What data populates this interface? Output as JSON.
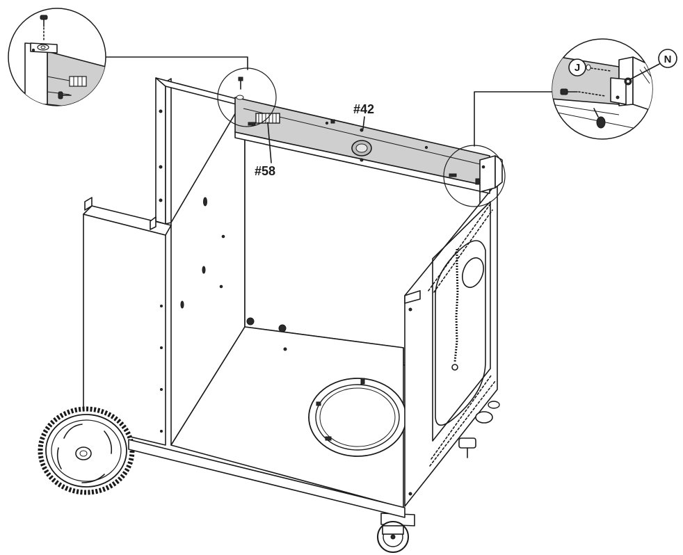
{
  "labels": {
    "part_42": "#42",
    "part_58": "#58",
    "callout_j": "J",
    "callout_n": "N"
  },
  "colors": {
    "line": "#1a1a1a",
    "back_rail": "#cfcfcf",
    "background": "#ffffff"
  }
}
